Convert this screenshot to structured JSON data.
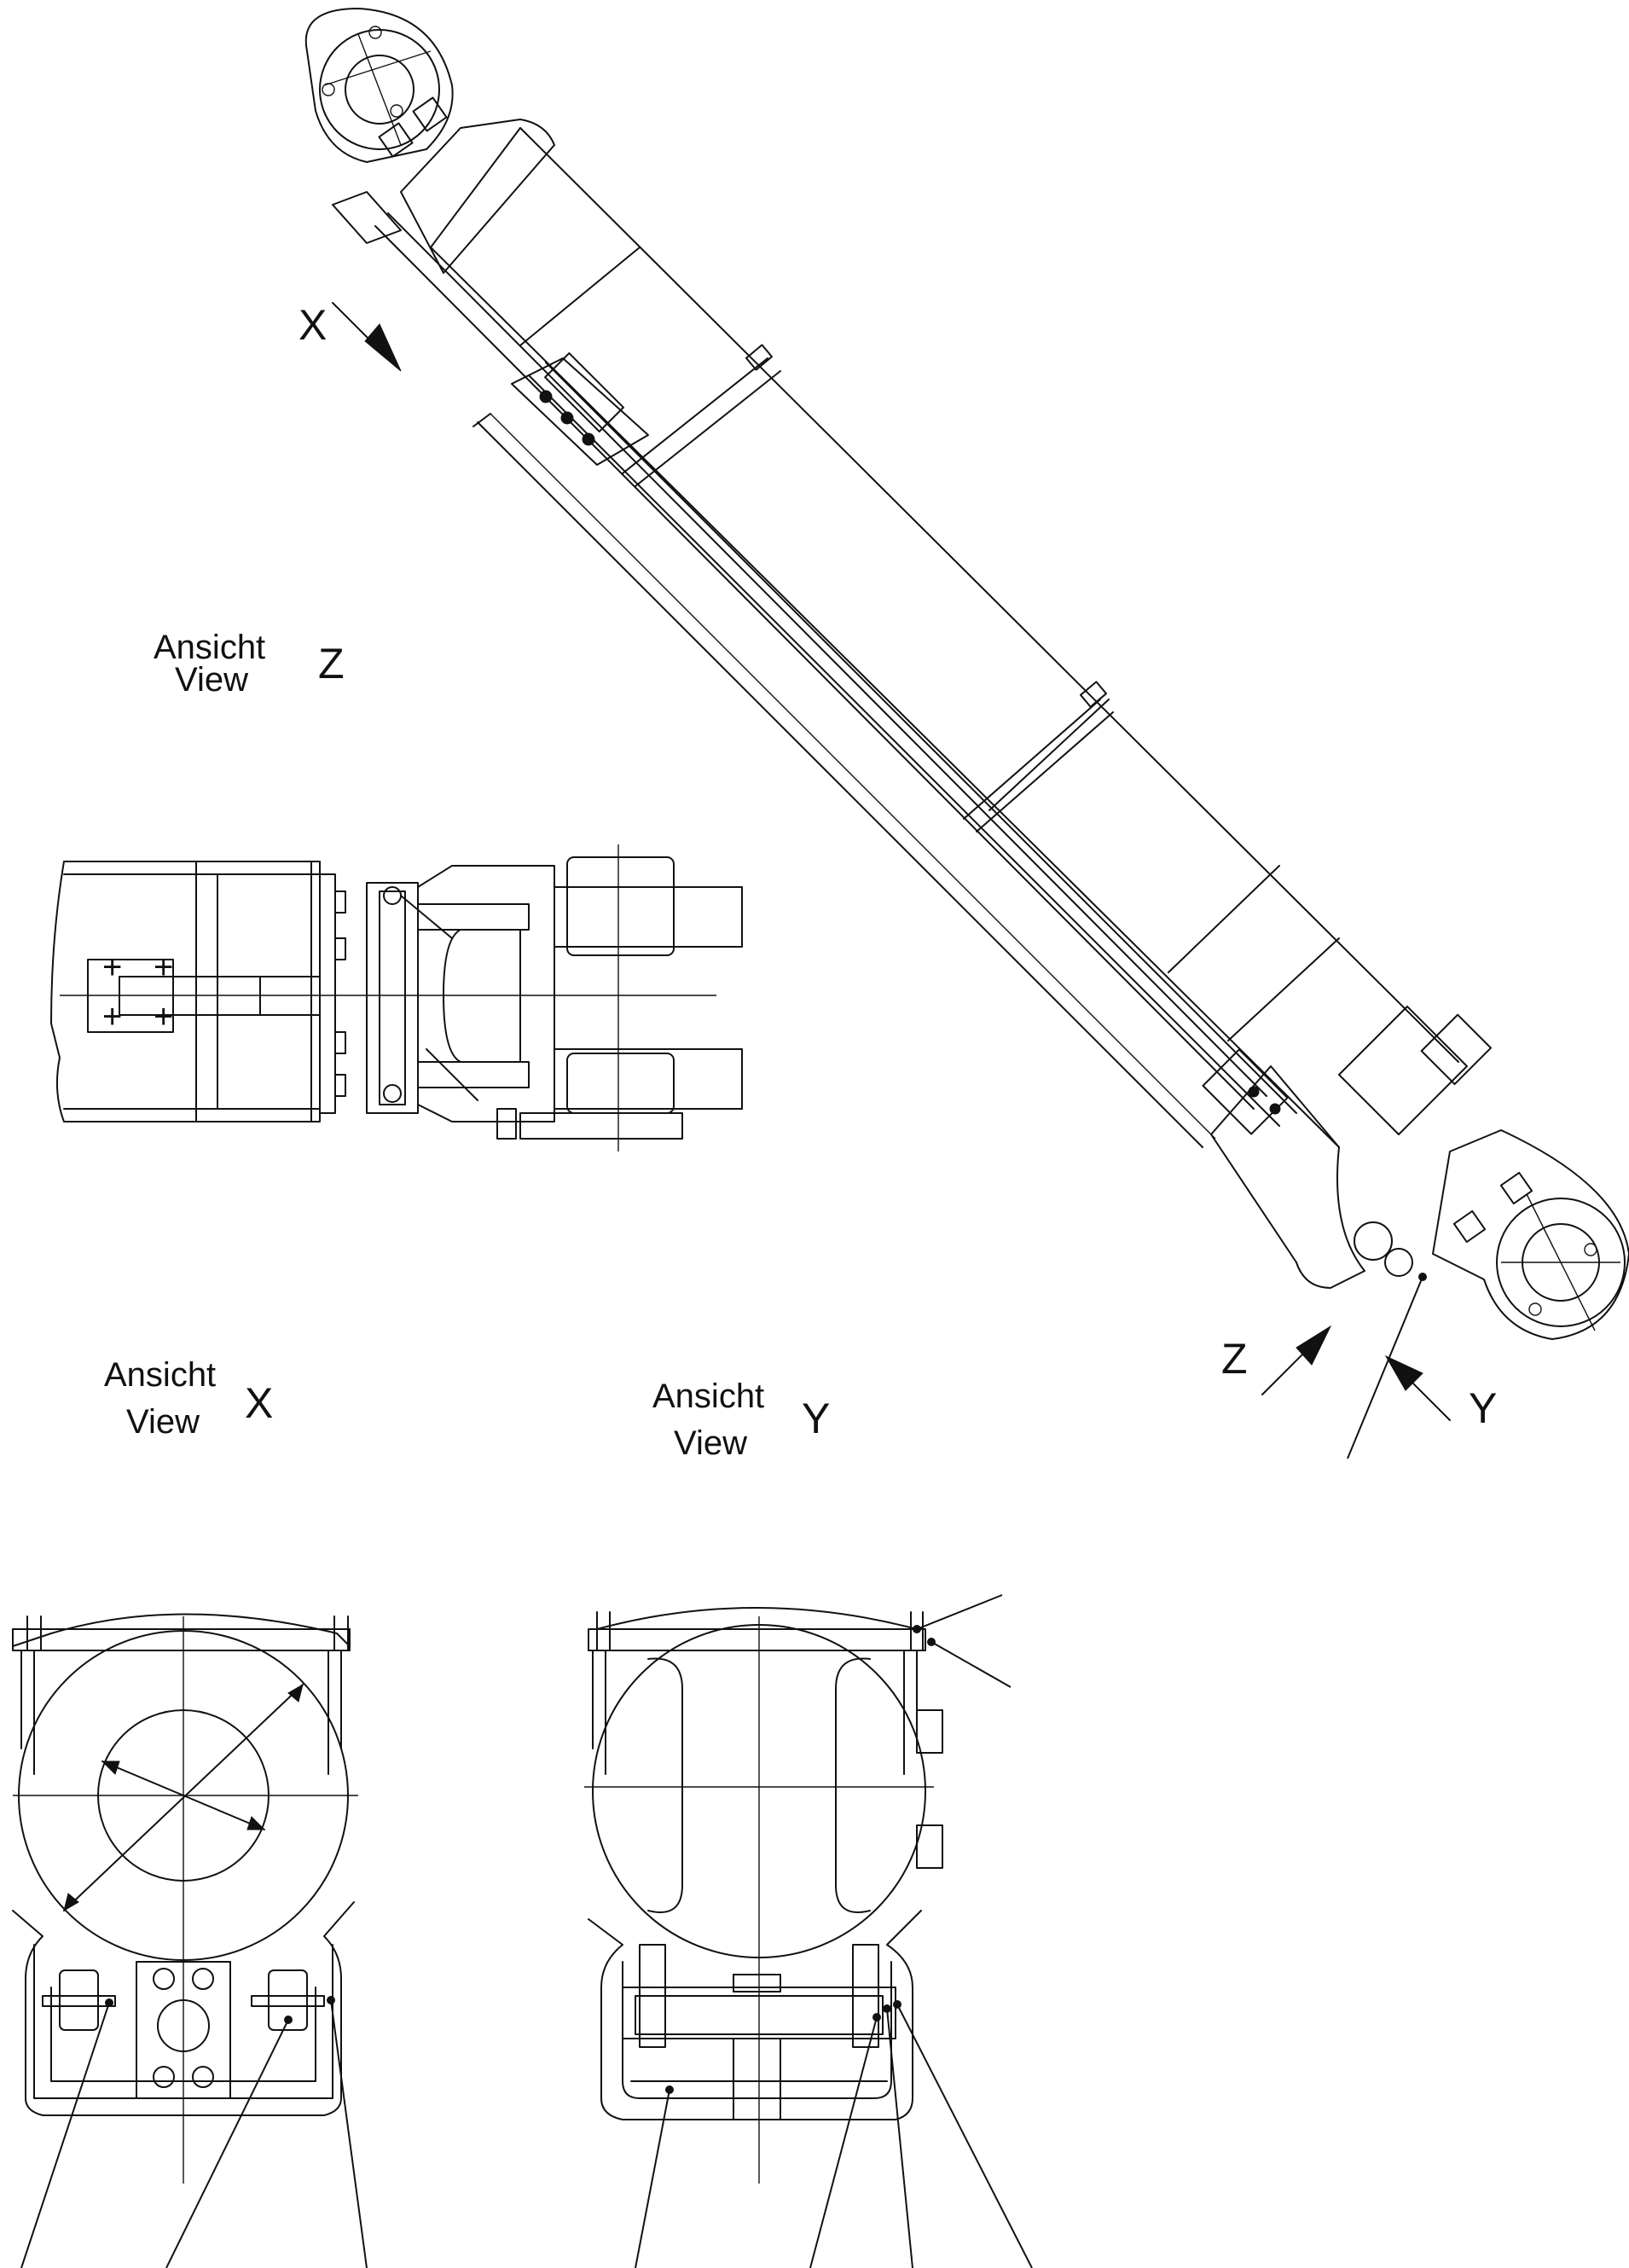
{
  "view_labels": {
    "z": {
      "line1": "Ansicht",
      "line2": "View",
      "letter": "Z"
    },
    "x": {
      "line1": "Ansicht",
      "line2": "View",
      "letter": "X"
    },
    "y": {
      "line1": "Ansicht",
      "line2": "View",
      "letter": "Y"
    }
  },
  "direction_arrows": {
    "x": "X",
    "z": "Z",
    "y": "Y"
  }
}
